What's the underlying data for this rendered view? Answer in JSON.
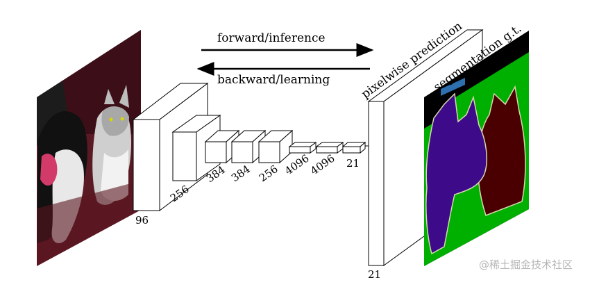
{
  "arrows": {
    "forward": "forward/inference",
    "backward": "backward/learning"
  },
  "layers": {
    "conv1": "96",
    "conv2": "256",
    "conv3": "384",
    "conv4": "384",
    "conv5": "256",
    "fc6": "4096",
    "fc7": "4096",
    "score": "21"
  },
  "prediction": {
    "label": "pixelwise prediction",
    "channels": "21"
  },
  "ground_truth": {
    "label": "segmentation g.t."
  },
  "watermark": "@稀土掘金技术社区",
  "colors": {
    "gt_background": "#000000",
    "gt_grass": "#00b000",
    "gt_dog": "#3d0a8a",
    "gt_cat": "#4a0000",
    "gt_border": "#d9d9b0",
    "gt_blue_patch": "#2e6fb0"
  }
}
